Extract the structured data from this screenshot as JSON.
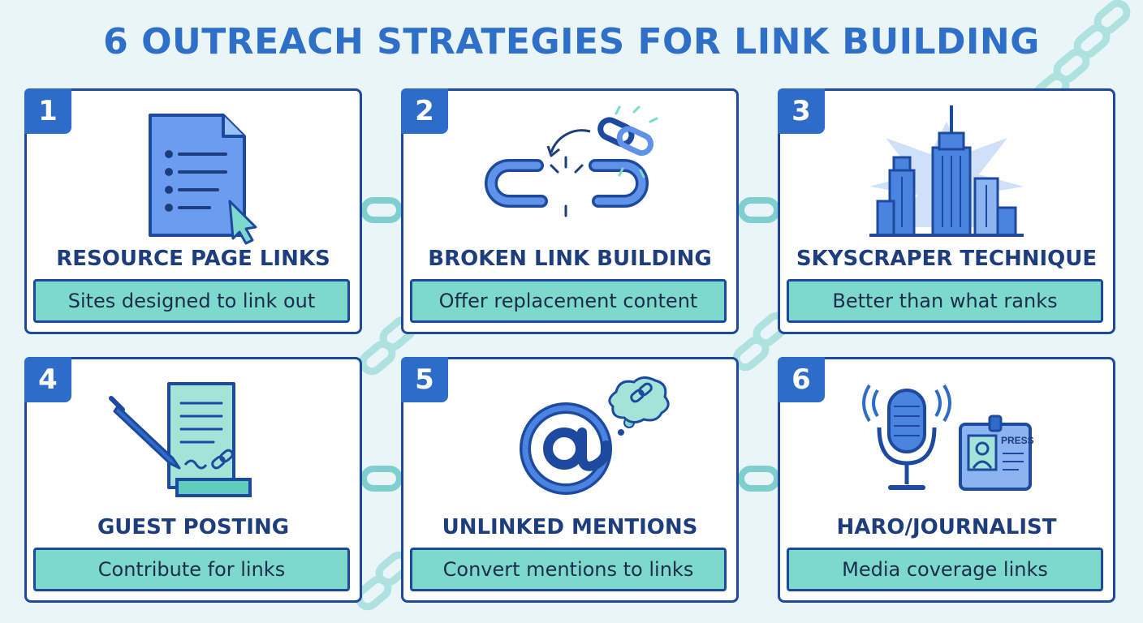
{
  "title": "6 OUTREACH STRATEGIES FOR LINK BUILDING",
  "colors": {
    "background": "#e9f5f8",
    "title": "#2e6fc7",
    "card_border": "#1d4a9e",
    "badge": "#2d6cc8",
    "caption_fill": "#7dd9cb",
    "heading": "#1d3d7d",
    "chain": "#a8e0dc"
  },
  "strategies": [
    {
      "number": "1",
      "heading": "RESOURCE PAGE LINKS",
      "caption": "Sites designed to link out",
      "icon": "document-cursor-icon"
    },
    {
      "number": "2",
      "heading": "BROKEN LINK BUILDING",
      "caption": "Offer replacement content",
      "icon": "broken-chain-icon"
    },
    {
      "number": "3",
      "heading": "SKYSCRAPER TECHNIQUE",
      "caption": "Better than what ranks",
      "icon": "skyscraper-icon"
    },
    {
      "number": "4",
      "heading": "GUEST POSTING",
      "caption": "Contribute for links",
      "icon": "pen-scroll-icon"
    },
    {
      "number": "5",
      "heading": "UNLINKED MENTIONS",
      "caption": "Convert mentions to links",
      "icon": "at-sign-thought-icon"
    },
    {
      "number": "6",
      "heading": "HARO/JOURNALIST",
      "caption": "Media coverage links",
      "icon": "microphone-press-badge-icon"
    }
  ],
  "press_badge_label": "PRESS"
}
